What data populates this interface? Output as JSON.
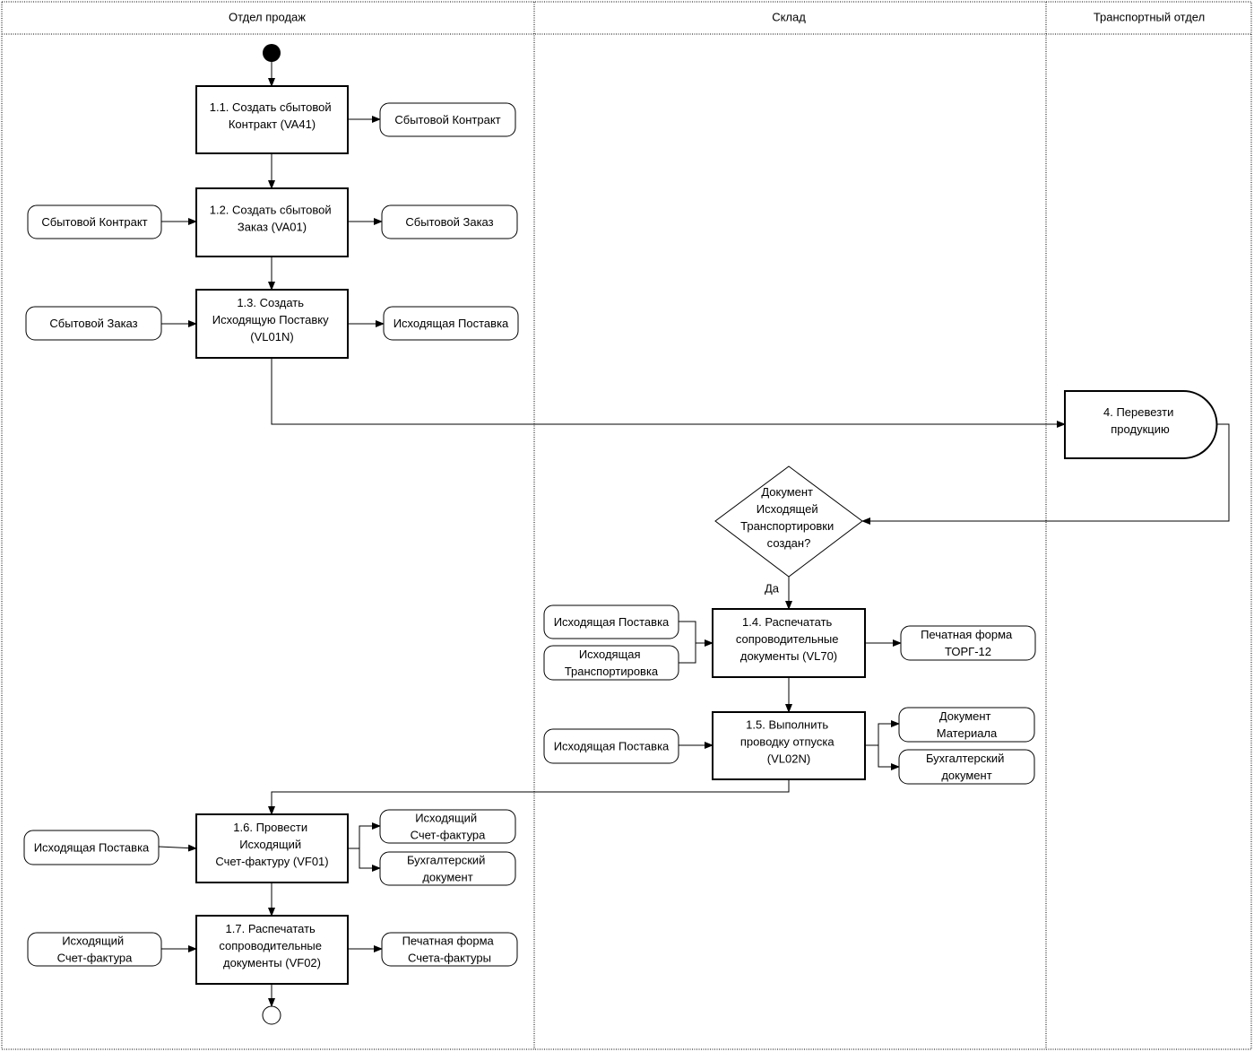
{
  "lanes": [
    {
      "id": "lane-sales",
      "title": "Отдел продаж"
    },
    {
      "id": "lane-warehouse",
      "title": "Склад"
    },
    {
      "id": "lane-transport",
      "title": "Транспортный отдел"
    }
  ],
  "process_steps": {
    "s11": [
      "1.1. Создать сбытовой",
      "Контракт (VA41)"
    ],
    "s12": [
      "1.2. Создать сбытовой",
      "Заказ (VA01)"
    ],
    "s13": [
      "1.3. Создать",
      "Исходящую Поставку",
      "(VL01N)"
    ],
    "s4": [
      "4. Перевезти",
      "продукцию"
    ],
    "s14": [
      "1.4. Распечатать",
      "сопроводительные",
      "документы (VL70)"
    ],
    "s15": [
      "1.5. Выполнить",
      "проводку отпуска",
      "(VL02N)"
    ],
    "s16": [
      "1.6. Провести",
      "Исходящий",
      "Счет-фактуру (VF01)"
    ],
    "s17": [
      "1.7. Распечатать",
      "сопроводительные",
      "документы (VF02)"
    ]
  },
  "decision": {
    "text": [
      "Документ",
      "Исходящей",
      "Транспортировки",
      "создан?"
    ],
    "yes_label": "Да"
  },
  "documents": {
    "d11_out": [
      "Сбытовой Контракт"
    ],
    "d12_in": [
      "Сбытовой Контракт"
    ],
    "d12_out": [
      "Сбытовой Заказ"
    ],
    "d13_in": [
      "Сбытовой Заказ"
    ],
    "d13_out": [
      "Исходящая Поставка"
    ],
    "d14_in1": [
      "Исходящая Поставка"
    ],
    "d14_in2": [
      "Исходящая",
      "Транспортировка"
    ],
    "d14_out": [
      "Печатная форма",
      "ТОРГ-12"
    ],
    "d15_in": [
      "Исходящая Поставка"
    ],
    "d15_out1": [
      "Документ",
      "Материала"
    ],
    "d15_out2": [
      "Бухгалтерский",
      "документ"
    ],
    "d16_in": [
      "Исходящая Поставка"
    ],
    "d16_out1": [
      "Исходящий",
      "Счет-фактура"
    ],
    "d16_out2": [
      "Бухгалтерский",
      "документ"
    ],
    "d17_in": [
      "Исходящий",
      "Счет-фактура"
    ],
    "d17_out": [
      "Печатная форма",
      "Счета-фактуры"
    ]
  }
}
